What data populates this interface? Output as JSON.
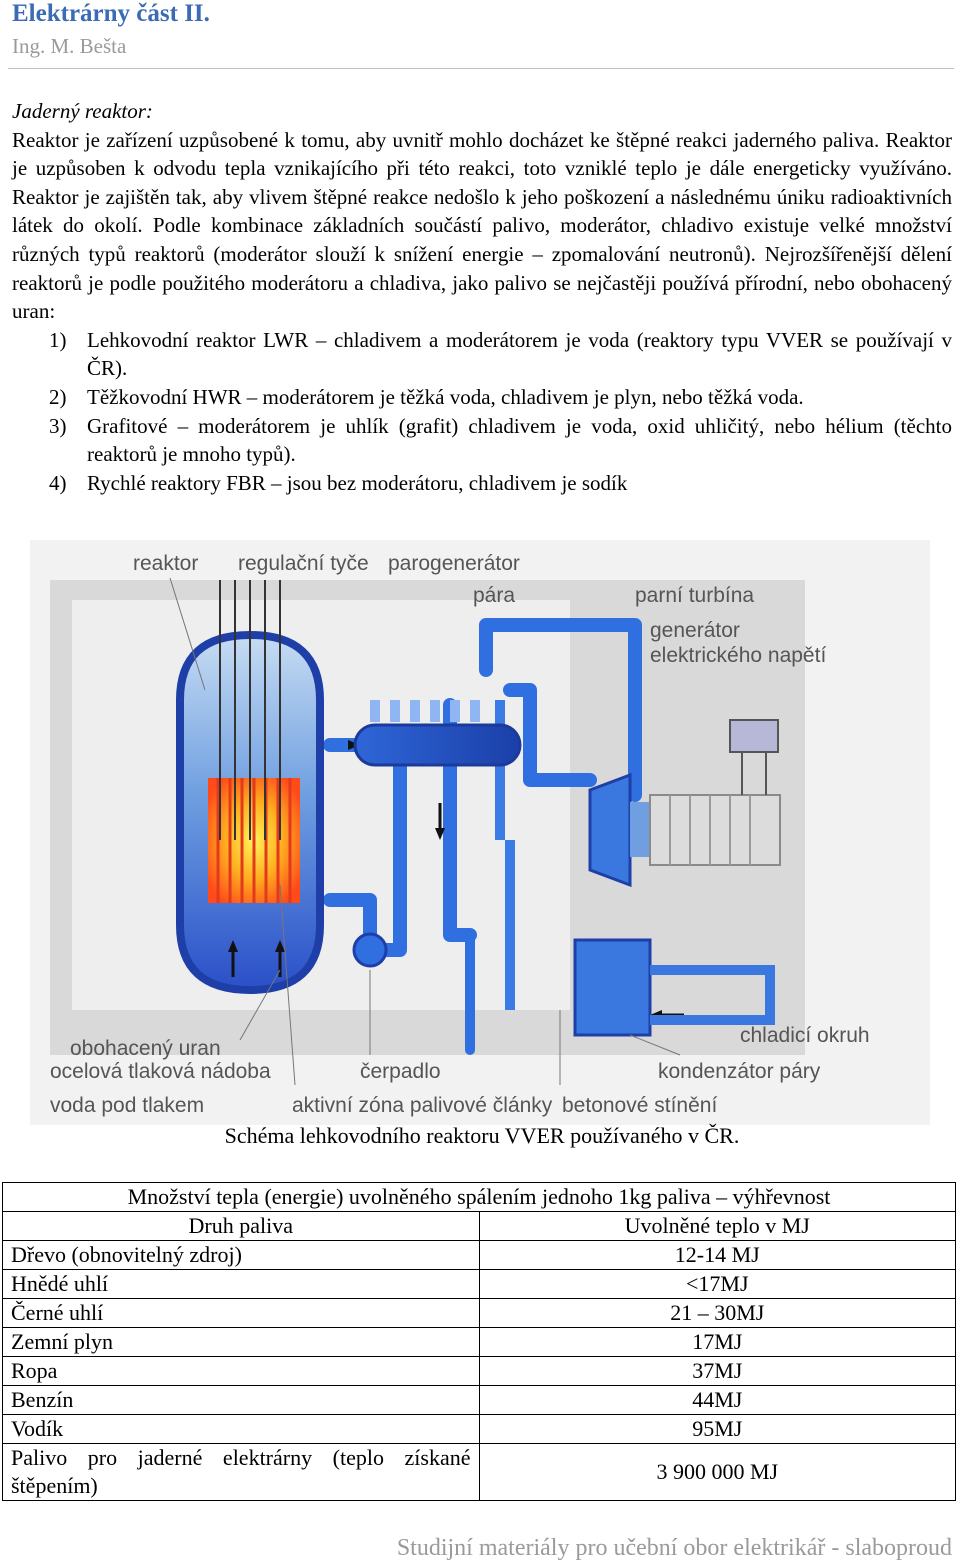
{
  "header": {
    "title": "Elektrárny část II.",
    "author": "Ing. M. Bešta"
  },
  "section": {
    "heading": "Jaderný reaktor:",
    "paragraph": "Reaktor je zařízení uzpůsobené k tomu, aby uvnitř mohlo docházet ke štěpné reakci jaderného paliva. Reaktor je uzpůsoben k odvodu tepla vznikajícího při této reakci, toto vzniklé teplo je dále energeticky využíváno. Reaktor je zajištěn tak, aby vlivem štěpné reakce nedošlo k jeho poškození a následnému úniku radioaktivních látek do okolí. Podle kombinace základních součástí palivo, moderátor, chladivo existuje velké množství různých typů reaktorů (moderátor slouží k snížení energie – zpomalování neutronů). Nejrozšířenější dělení reaktorů je podle použitého moderátoru a chladiva, jako palivo se nejčastěji používá přírodní, nebo obohacený uran:",
    "items": [
      {
        "num": "1)",
        "text": "Lehkovodní reaktor LWR – chladivem a moderátorem je voda (reaktory typu VVER se používají v ČR)."
      },
      {
        "num": "2)",
        "text": "Těžkovodní HWR – moderátorem je těžká voda, chladivem je plyn, nebo těžká voda."
      },
      {
        "num": "3)",
        "text": "Grafitové – moderátorem je uhlík (grafit) chladivem je voda, oxid uhličitý, nebo hélium (těchto reaktorů je mnoho typů)."
      },
      {
        "num": "4)",
        "text": "Rychlé reaktory FBR – jsou bez moderátoru, chladivem je sodík"
      }
    ]
  },
  "figure": {
    "labels": {
      "reaktor": "reaktor",
      "regulacni_tyce": "regulační tyče",
      "parogenerator": "parogenerátor",
      "para": "pára",
      "parni_turbina": "parní turbína",
      "generator": "generátor",
      "elektrickeho_napeti": "elektrického napětí",
      "chladici_okruh": "chladicí okruh",
      "obohaceny_uran": "obohacený uran",
      "tlakova_nadoba": "ocelová tlaková nádoba",
      "cerpadlo": "čerpadlo",
      "kondenzator": "kondenzátor páry",
      "voda_pod_tlakem": "voda pod tlakem",
      "aktivni_zona": "aktivní zóna palivové články",
      "betonove_stineni": "betonové stínění"
    },
    "caption": "Schéma lehkovodního reaktoru VVER používaného v ČR."
  },
  "table": {
    "title": "Množství tepla (energie) uvolněného spálením jednoho 1kg paliva – výhřevnost",
    "headers": [
      "Druh paliva",
      "Uvolněné teplo v MJ"
    ],
    "rows": [
      {
        "fuel": "Dřevo (obnovitelný zdroj)",
        "value": "12-14 MJ"
      },
      {
        "fuel": "Hnědé uhlí",
        "value": "<17MJ"
      },
      {
        "fuel": "Černé uhlí",
        "value": "21 – 30MJ"
      },
      {
        "fuel": "Zemní plyn",
        "value": "17MJ"
      },
      {
        "fuel": "Ropa",
        "value": "37MJ"
      },
      {
        "fuel": "Benzín",
        "value": "44MJ"
      },
      {
        "fuel": "Vodík",
        "value": "95MJ"
      },
      {
        "fuel": "Palivo pro jaderné elektrárny (teplo získané štěpením)",
        "value": "3 900 000 MJ"
      }
    ]
  },
  "footer": {
    "text": "Studijní materiály pro učební obor elektrikář - slaboproud"
  }
}
